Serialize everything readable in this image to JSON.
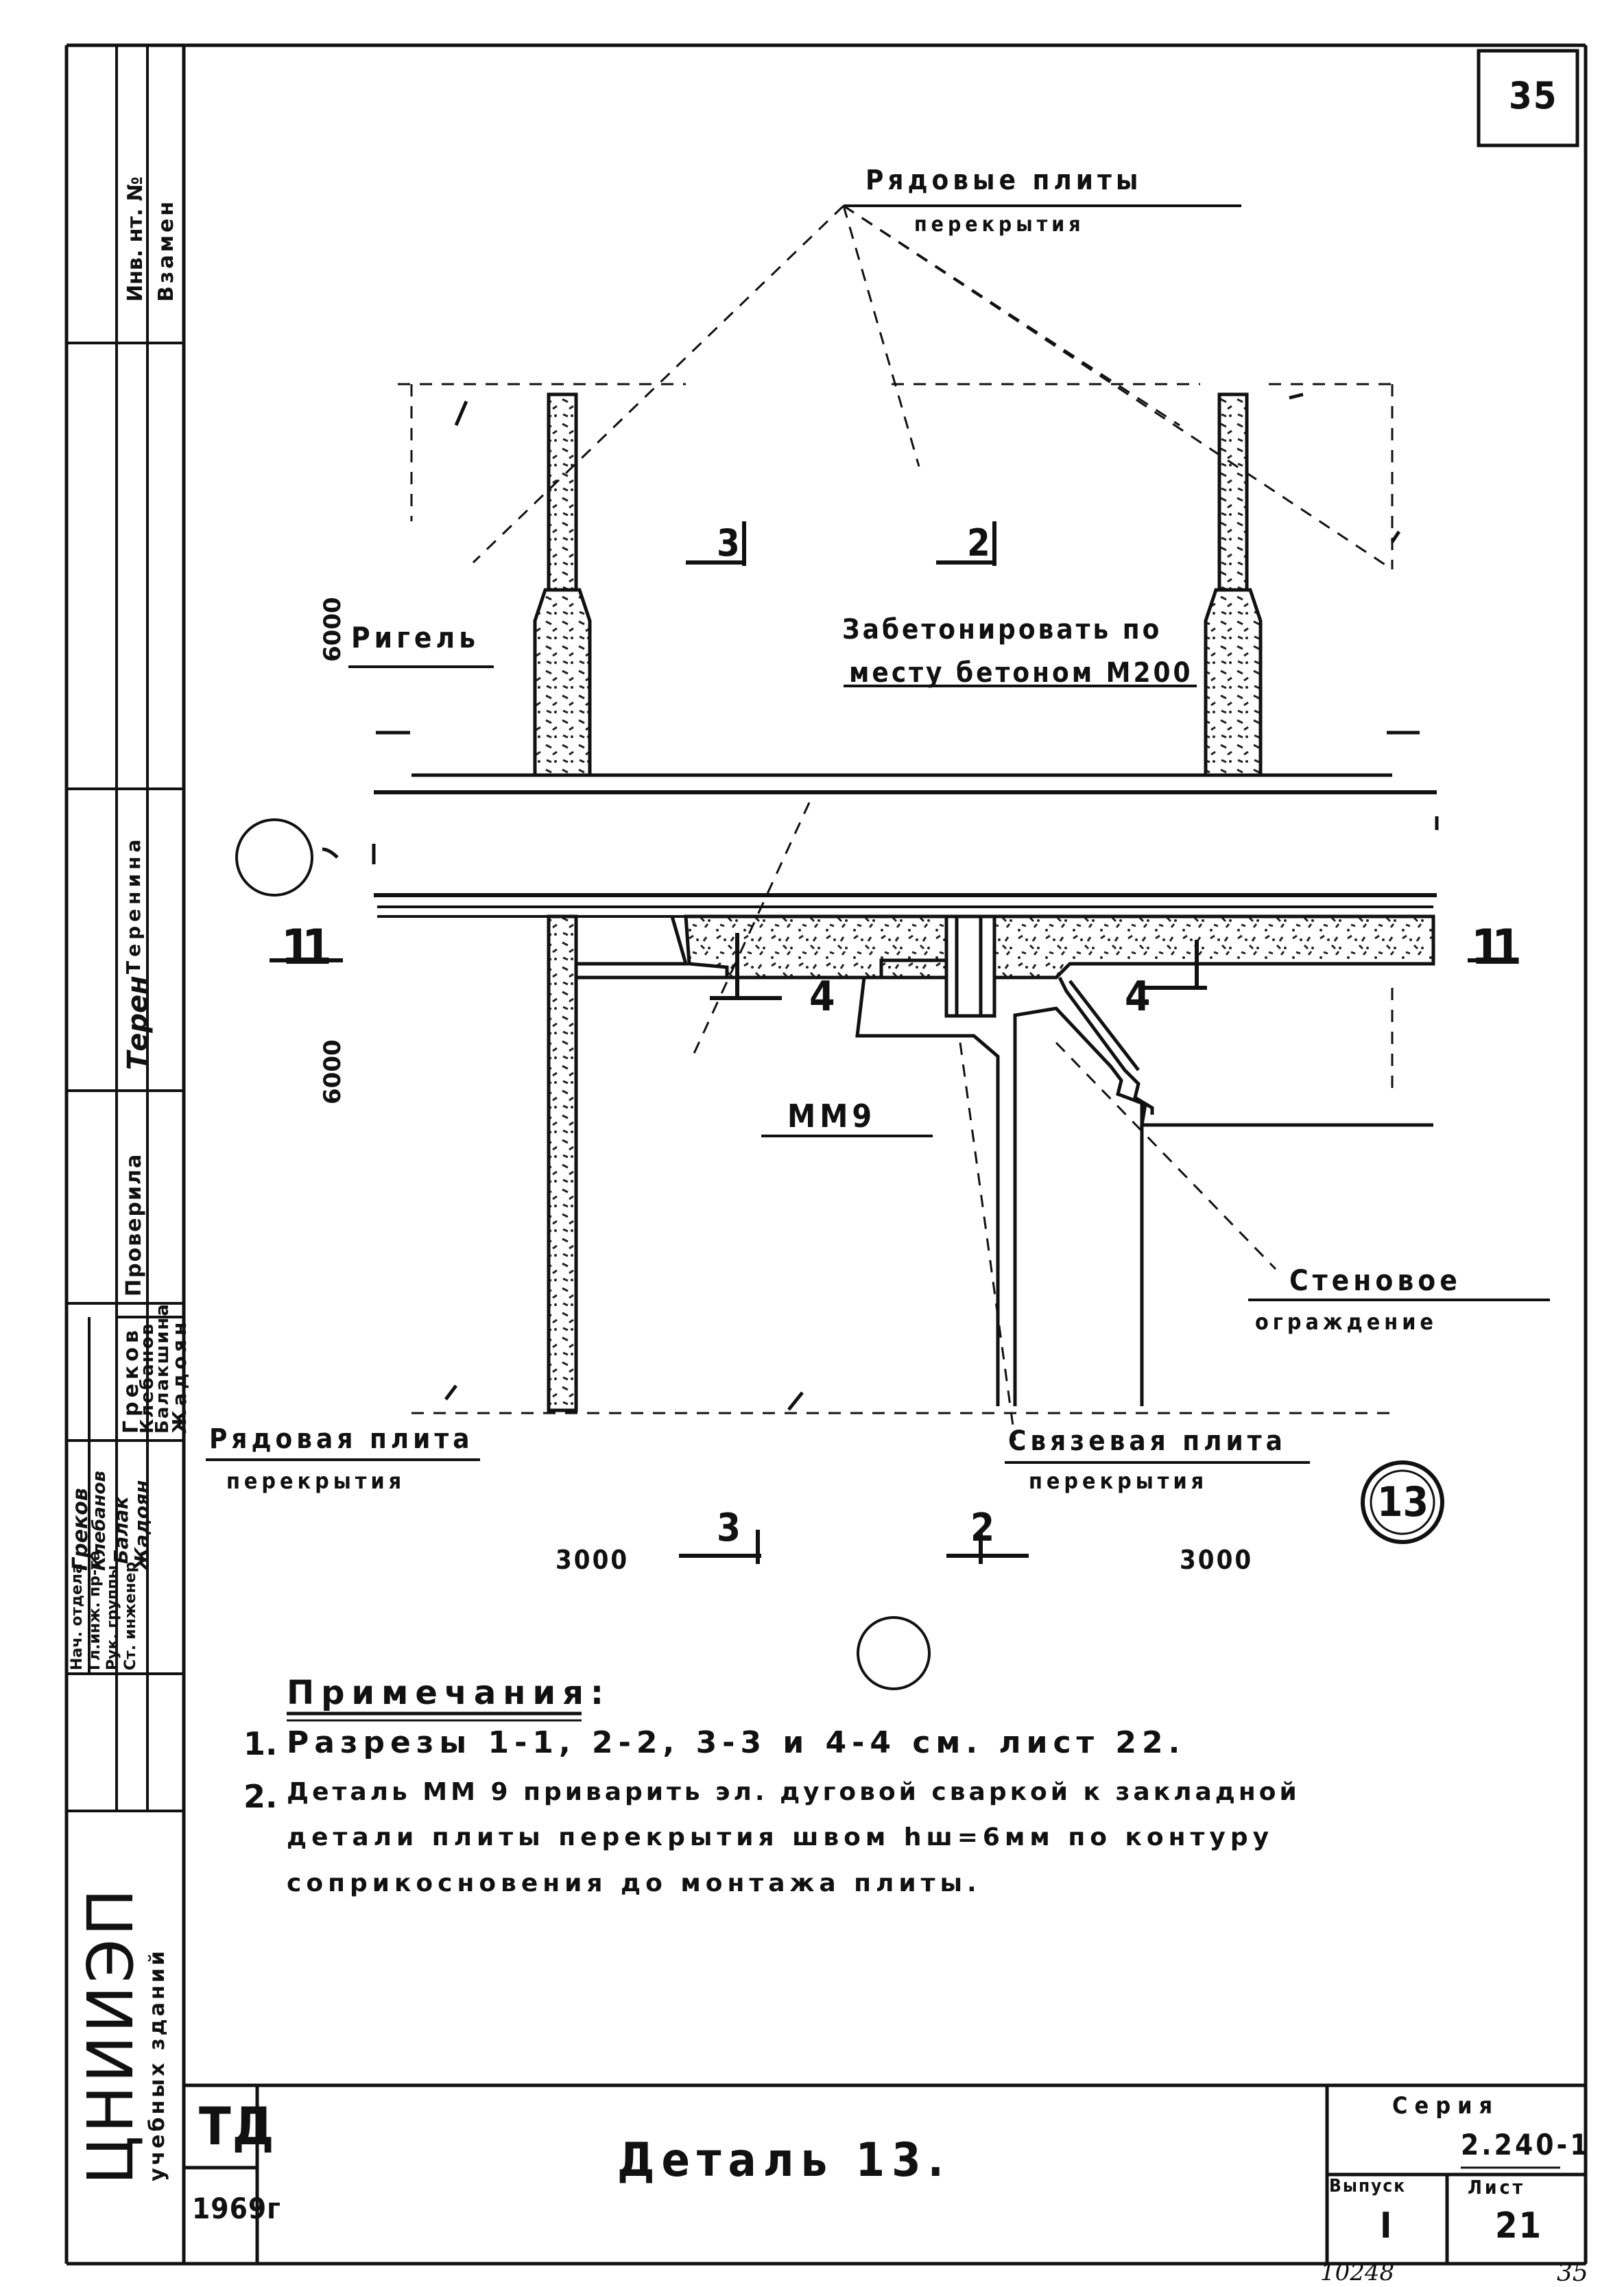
{
  "sheet": {
    "page_number": "35",
    "footer_left_number": "10248",
    "footer_right_number": "35"
  },
  "drawing": {
    "label_rigel": "Ригель",
    "label_row_slabs_top_1": "Рядовые плиты",
    "label_row_slabs_top_2": "перекрытия",
    "label_concrete_1": "Забетонировать по",
    "label_concrete_2": "месту бетоном М200",
    "label_mm9": "ММ9",
    "label_wall_1": "Стеновое",
    "label_wall_2": "ограждение",
    "label_row_slab_bottom_1": "Рядовая плита",
    "label_row_slab_bottom_2": "перекрытия",
    "label_tie_slab_1": "Связевая плита",
    "label_tie_slab_2": "перекрытия",
    "dim_6000_top": "6000",
    "dim_6000_bottom": "6000",
    "dim_3000_left": "3000",
    "dim_3000_right": "3000",
    "section_1": "1",
    "section_2": "2",
    "section_3": "3",
    "section_4": "4",
    "detail_circle": "13"
  },
  "notes": {
    "heading": "Примечания:",
    "item1_num": "1.",
    "item1": "Разрезы 1-1, 2-2, 3-3 и 4-4 см. лист 22.",
    "item2_num": "2.",
    "item2_line1": "Деталь ММ 9 приварить эл. дуговой сваркой к закладной",
    "item2_line2": "детали плиты перекрытия швом hш=6мм по контуру",
    "item2_line3": "соприкосновения до монтажа плиты."
  },
  "title_block": {
    "td": "ТД",
    "year": "1969г",
    "title": "Деталь 13.",
    "series_label": "Серия",
    "series_value": "2.240-1",
    "issue_label": "Выпуск",
    "issue_value": "I",
    "sheet_label": "Лист",
    "sheet_value": "21"
  },
  "side_stamp": {
    "org": "ЦНИИЭП",
    "org_sub": "учебных зданий",
    "inv_no": "Инв. нт. №",
    "replaces": "Взамен",
    "roles": [
      "Нач. отдела",
      "Гл.инж. пр-та",
      "Рук. группы",
      "Ст. инженер"
    ],
    "names": [
      "Греков",
      "Клебанов",
      "Балакшина",
      "Жадоян"
    ],
    "checked_label": "Проверила",
    "checked_name": "Теренина",
    "signatures": [
      "Греков",
      "Клебанов",
      "Балак",
      "Жадоян",
      "Терен"
    ]
  }
}
